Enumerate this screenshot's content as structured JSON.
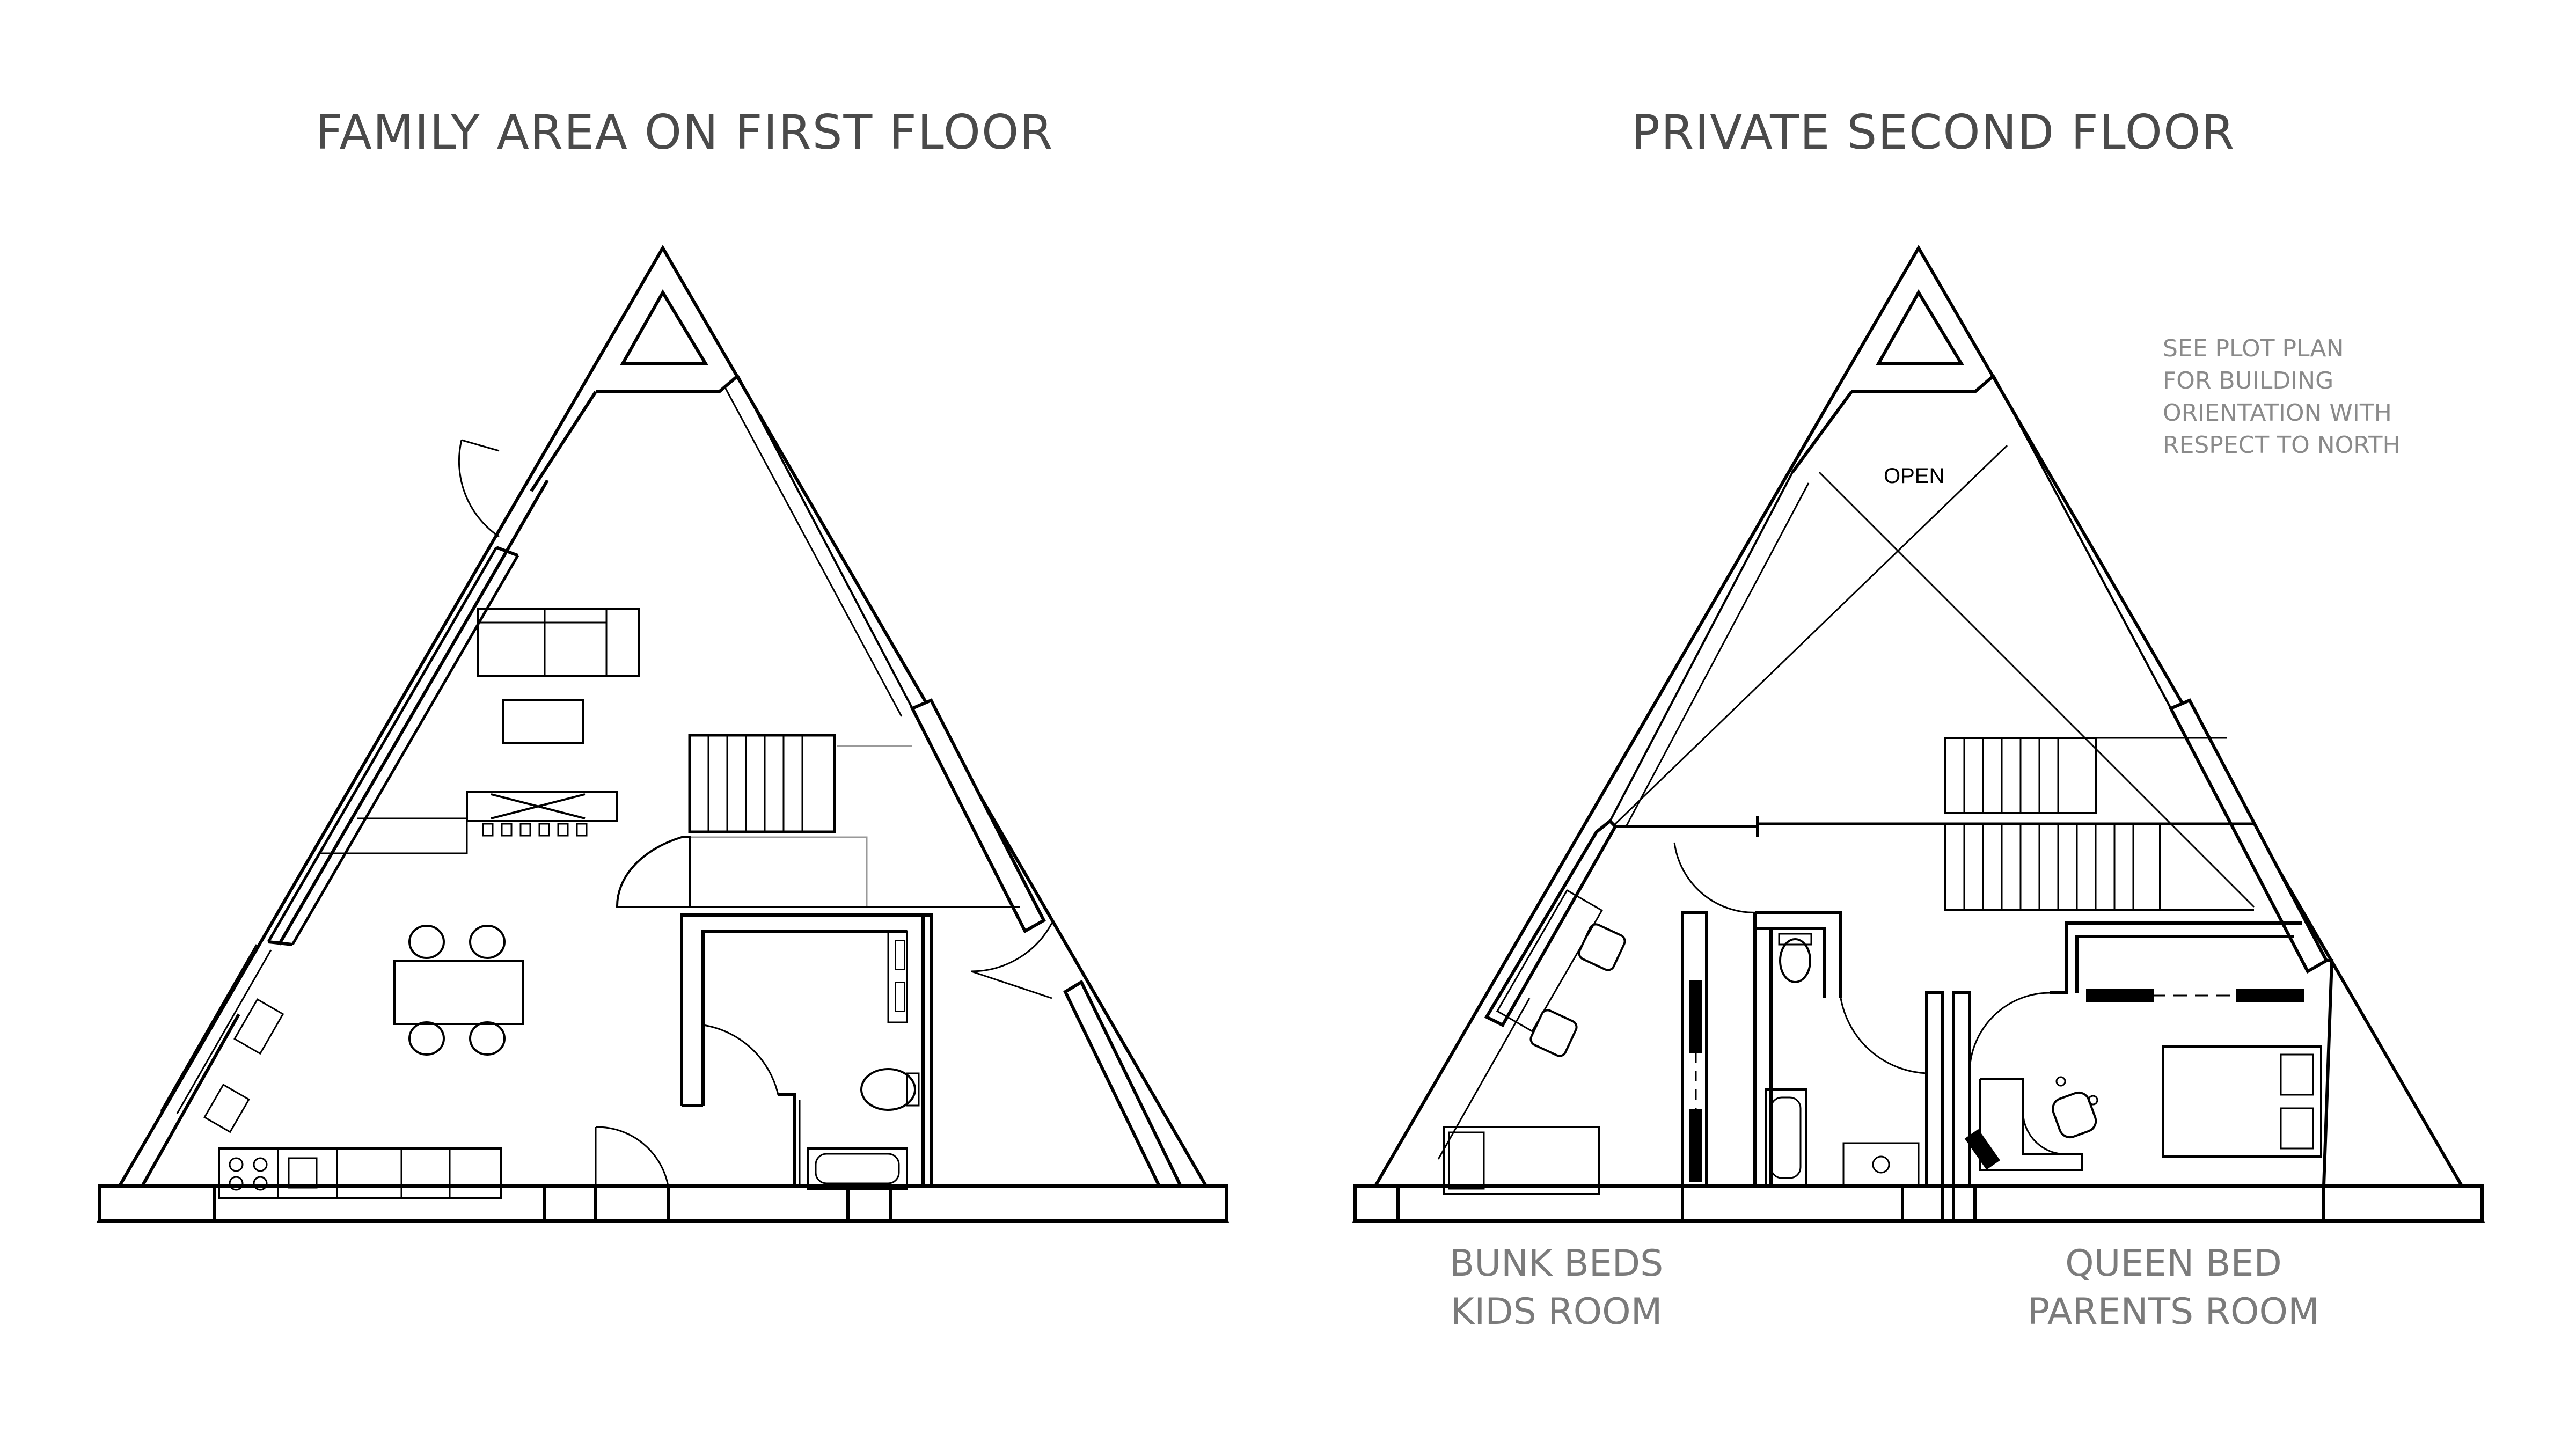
{
  "left_plan": {
    "title": "FAMILY AREA ON FIRST FLOOR"
  },
  "right_plan": {
    "title": "PRIVATE SECOND FLOOR",
    "open_label": "OPEN",
    "note_lines": [
      "SEE PLOT PLAN",
      "FOR BUILDING",
      "ORIENTATION WITH",
      "RESPECT TO NORTH"
    ],
    "kids_room_lines": [
      "BUNK BEDS",
      "KIDS ROOM"
    ],
    "parents_room_lines": [
      "QUEEN BED",
      "PARENTS ROOM"
    ]
  },
  "colors": {
    "line": "#000000",
    "title": "#4a4a4a",
    "caption": "#7b7b7b",
    "note": "#8a8a8a"
  }
}
